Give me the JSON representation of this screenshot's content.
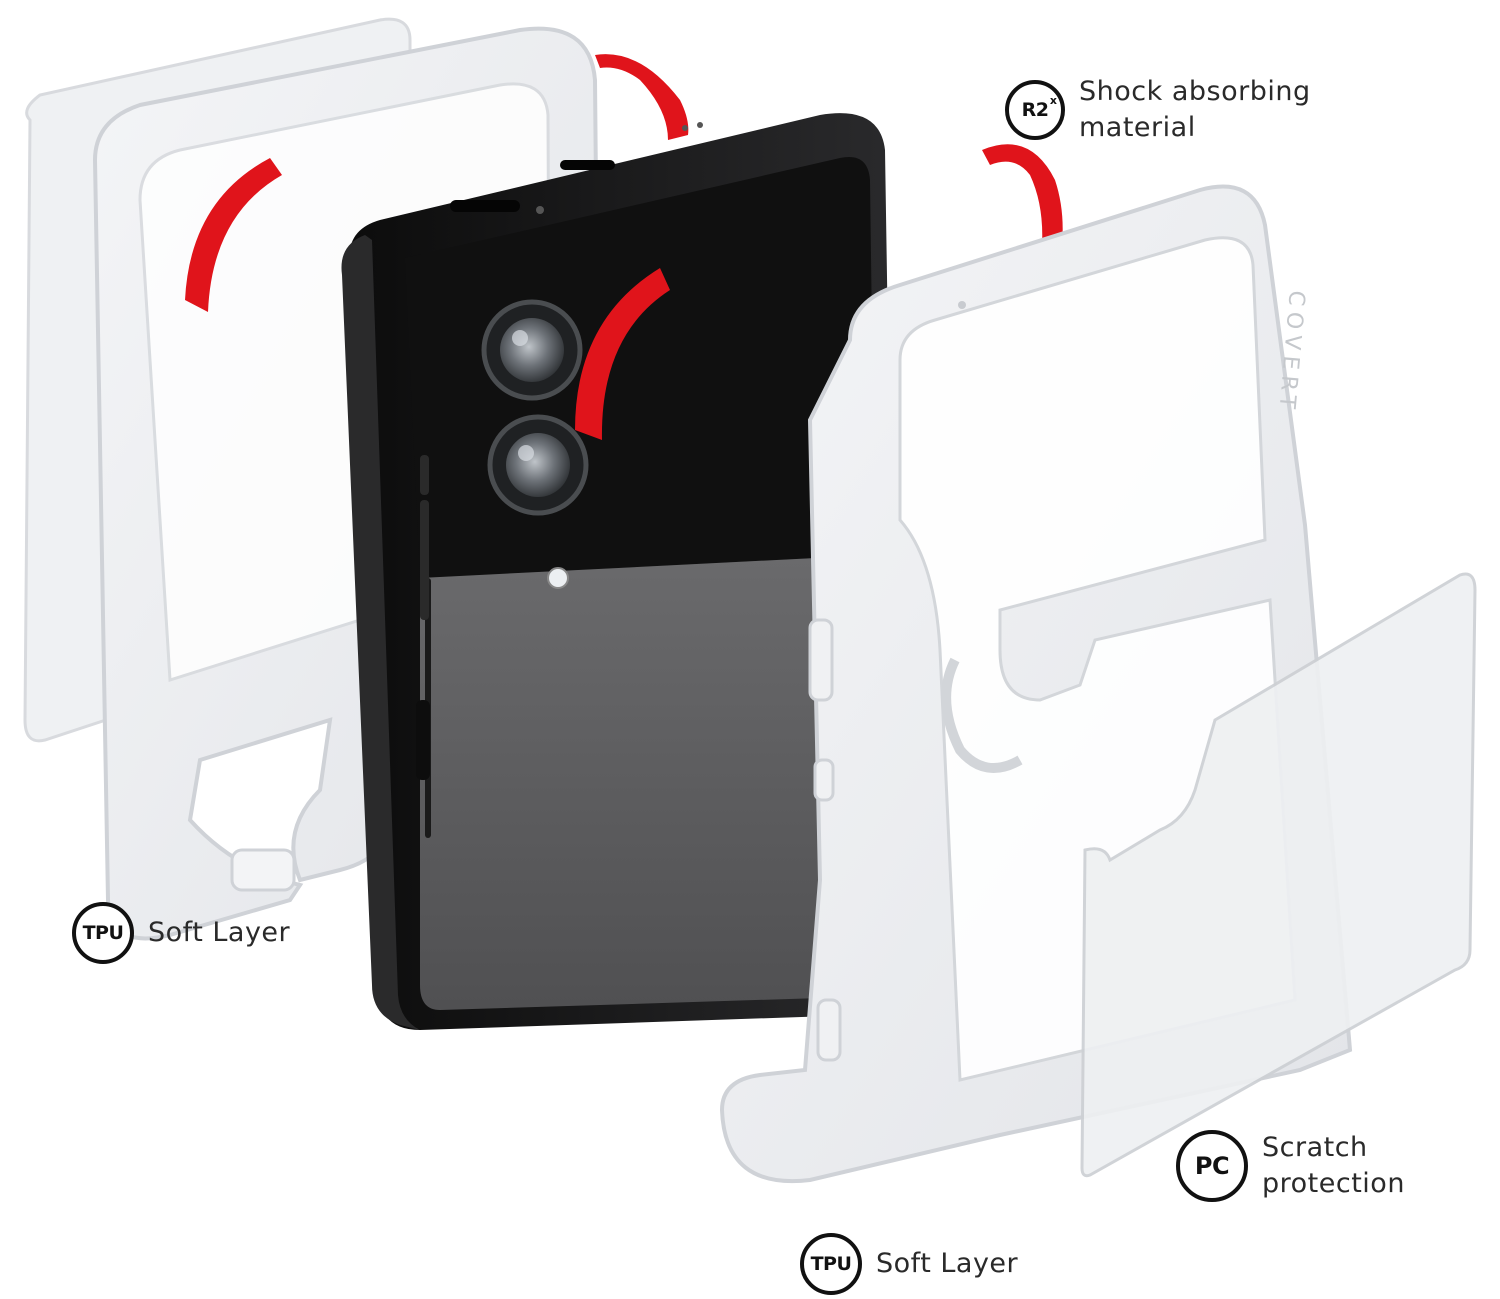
{
  "callouts": {
    "shock": {
      "badge": "R2",
      "badge_sup": "x",
      "line1": "Shock absorbing",
      "line2": "material"
    },
    "tpu_left": {
      "badge": "TPU",
      "text": "Soft Layer"
    },
    "pc": {
      "badge": "PC",
      "line1": "Scratch",
      "line2": "protection"
    },
    "tpu_bottom": {
      "badge": "TPU",
      "text": "Soft Layer"
    }
  },
  "case_imprint": "COVERT",
  "colors": {
    "accent_red": "#e0141b",
    "phone_body": "#141414",
    "phone_lower": "#5e5e60",
    "clear_plastic": "#e9ebee",
    "badge_stroke": "#111111"
  }
}
